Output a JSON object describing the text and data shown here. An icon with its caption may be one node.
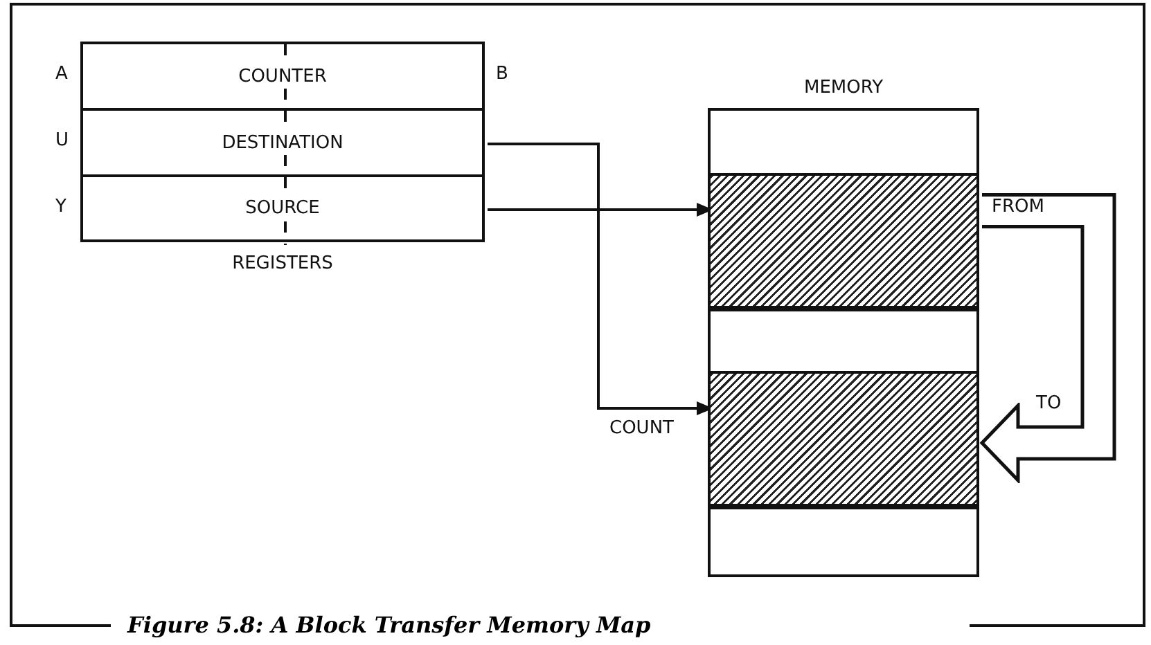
{
  "diagram": {
    "caption": "Figure 5.8: A Block Transfer Memory Map",
    "nodes": [
      {
        "text": [
          "REGISTERS"
        ]
      },
      {
        "text": [
          "COUNTER"
        ],
        "in": 0
      },
      {
        "text": [
          "DESTINATION"
        ],
        "in": 0,
        "beside": [
          "U"
        ]
      },
      {
        "text": [
          "SOURCE"
        ],
        "in": 0,
        "beside": [
          "Y"
        ]
      },
      {
        "text": [
          "MEMORY"
        ]
      },
      {
        "text": [],
        "shape": "box",
        "in": 4
      },
      {
        "text": [],
        "shape": "box",
        "in": 4
      },
      {
        "text": [],
        "shape": "box",
        "in": 4
      },
      {
        "text": [],
        "shape": "box",
        "in": 4
      },
      {
        "text": [],
        "shape": "box",
        "in": 4
      }
    ],
    "edges": [
      {
        "from": 2,
        "to": 8,
        "arrow": "to",
        "label": "COUNT"
      },
      {
        "from": 3,
        "to": 6,
        "arrow": "to"
      },
      {
        "from": 6,
        "to": 8,
        "arrow": "to",
        "style": "thick"
      }
    ],
    "labels": [
      "A",
      "B",
      "FROM",
      "TO"
    ]
  }
}
